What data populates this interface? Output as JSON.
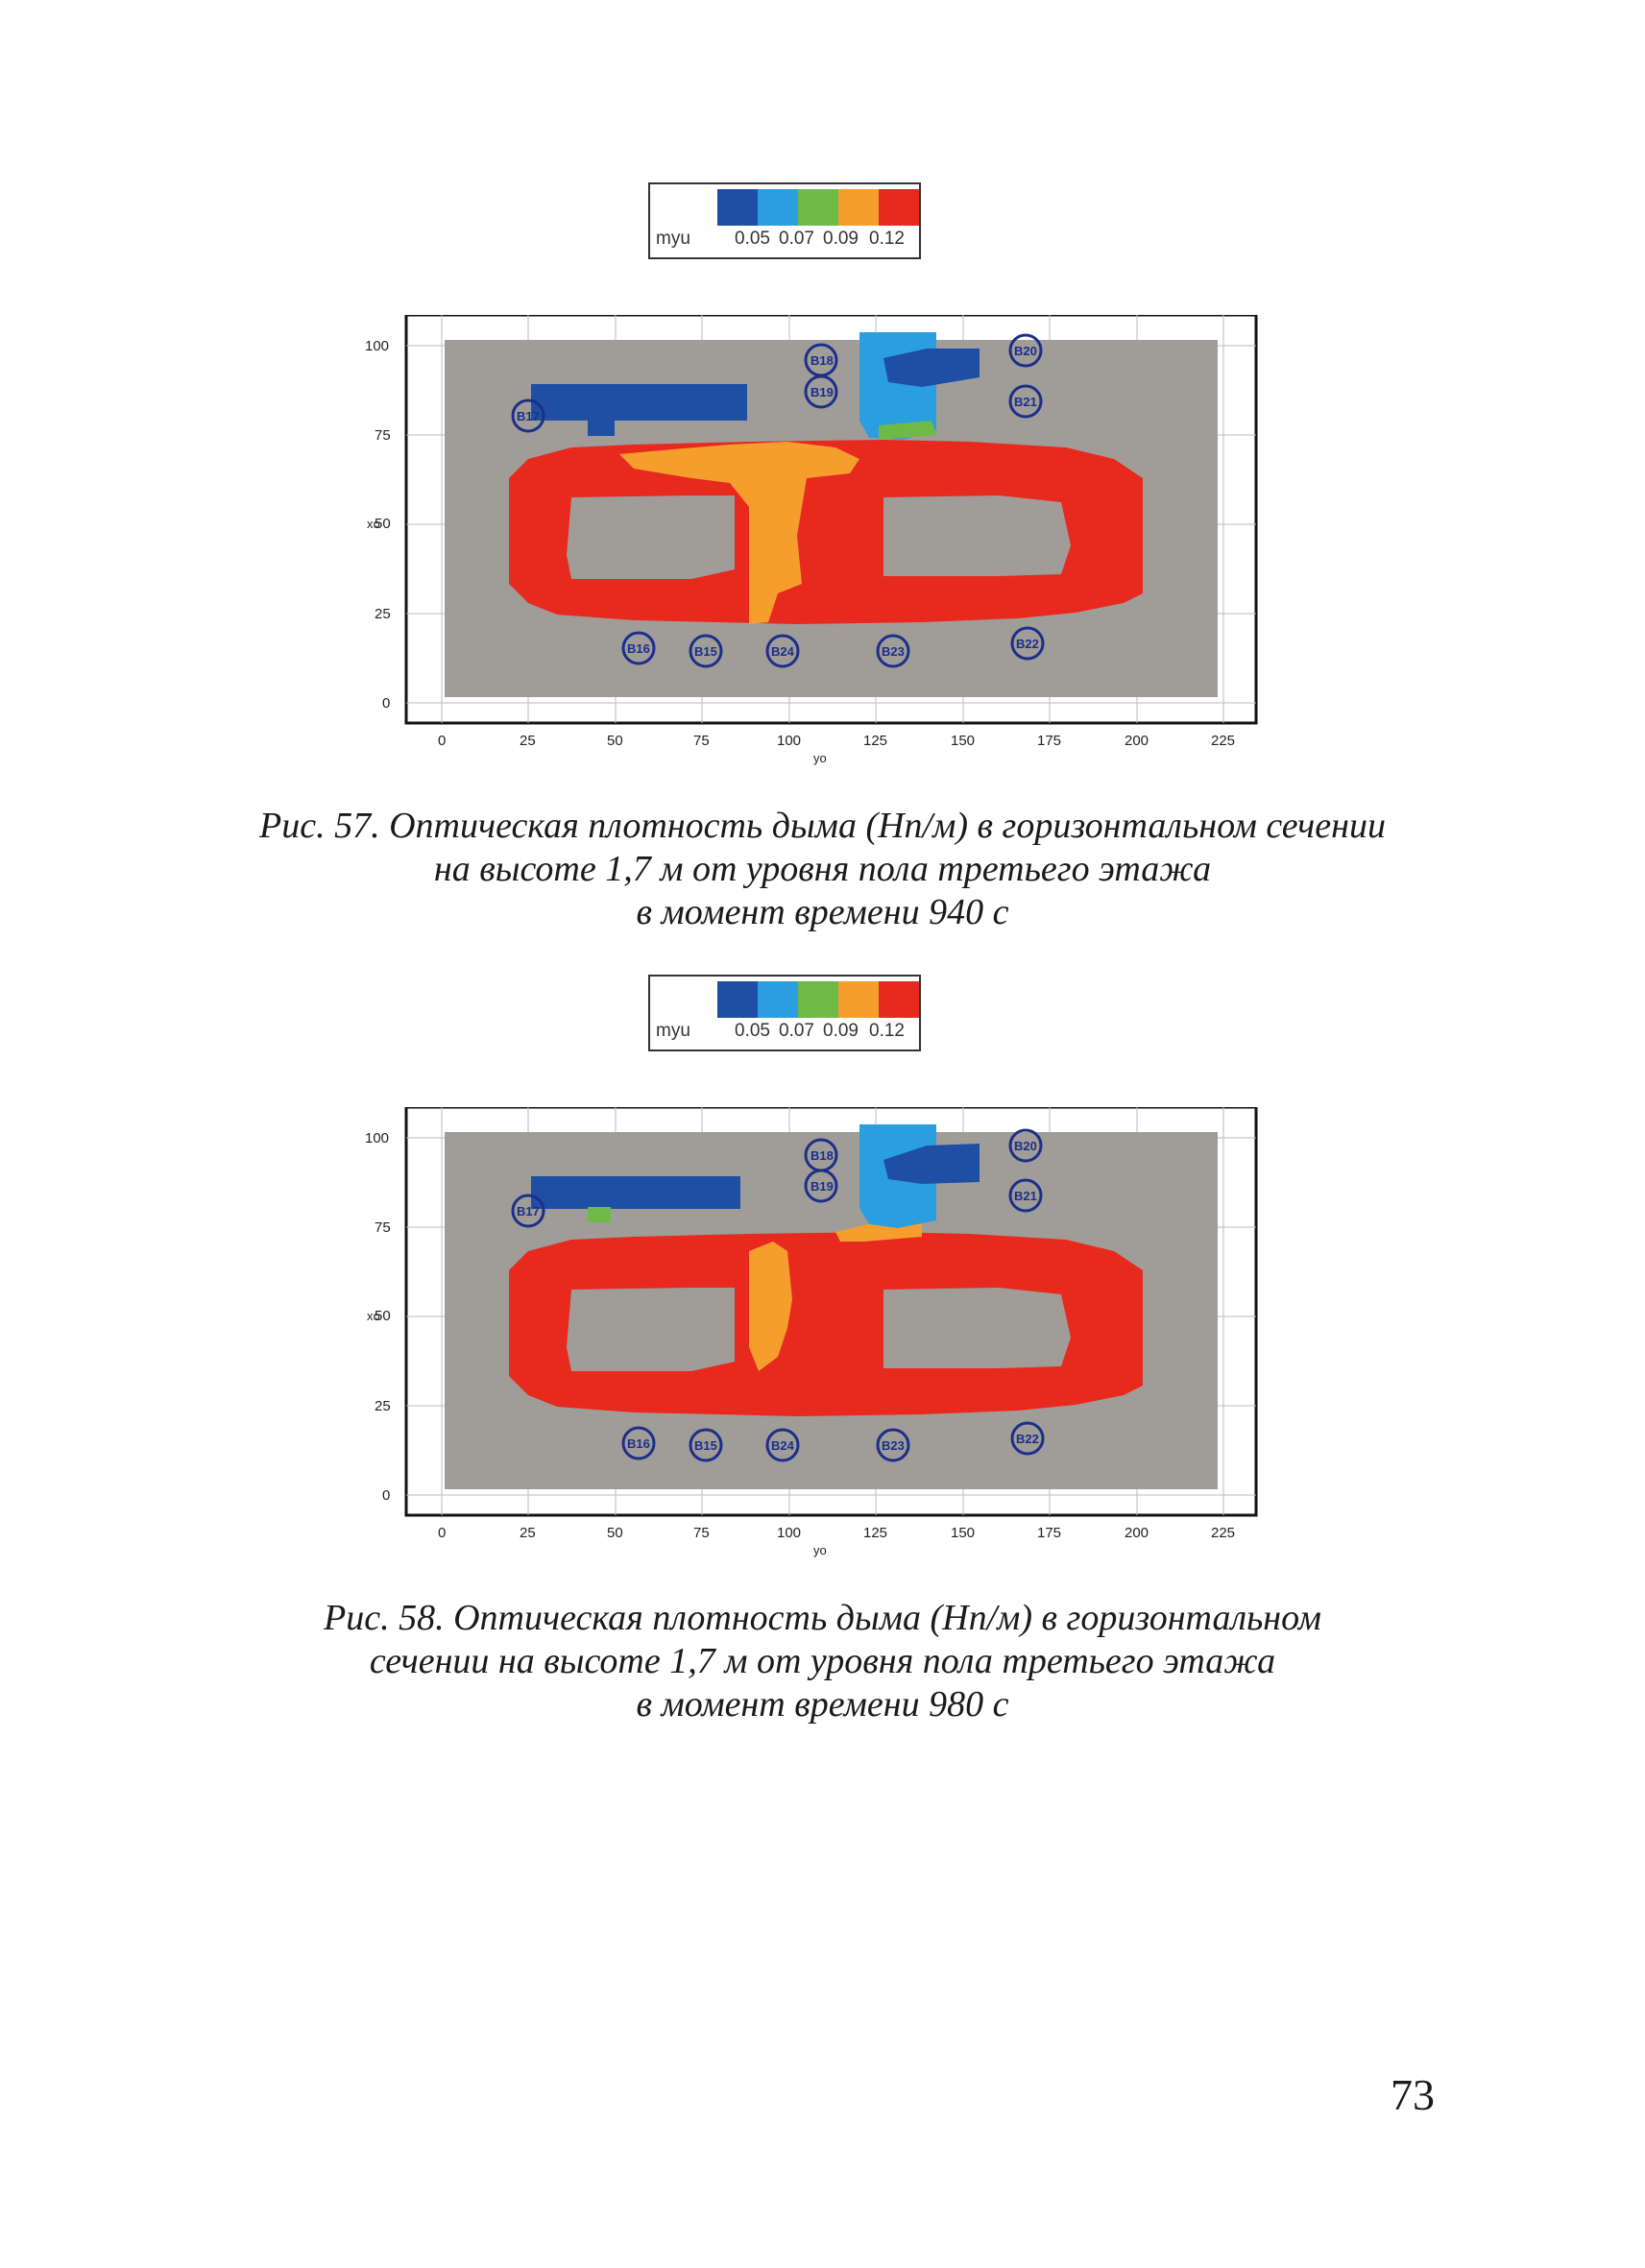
{
  "legend": {
    "var_label": "myu",
    "values": [
      "0.05",
      "0.07",
      "0.09",
      "0.12"
    ],
    "colors": [
      "#1e4fa4",
      "#2b9ee0",
      "#6fba46",
      "#f59e2e",
      "#e8291e"
    ]
  },
  "axes": {
    "x_ticks": [
      "0",
      "25",
      "50",
      "75",
      "100",
      "125",
      "150",
      "175",
      "200",
      "225"
    ],
    "y_ticks": [
      "100",
      "75",
      "50",
      "25",
      "0"
    ],
    "x_label": "yo",
    "y_label": "xo"
  },
  "sensors": [
    "B15",
    "B16",
    "B17",
    "B18",
    "B19",
    "B20",
    "B21",
    "B22",
    "B23",
    "B24"
  ],
  "figures": [
    {
      "caption_lines": [
        "Рис. 57. Оптическая плотность дыма (Нп/м) в горизонтальном сечении",
        "на высоте 1,7 м от уровня пола третьего этажа",
        "в момент времени 940 с"
      ]
    },
    {
      "caption_lines": [
        "Рис. 58. Оптическая плотность дыма (Нп/м) в горизонтальном",
        "сечении на высоте 1,7 м от уровня пола третьего этажа",
        "в момент времени 980 с"
      ]
    }
  ],
  "page_number": "73"
}
